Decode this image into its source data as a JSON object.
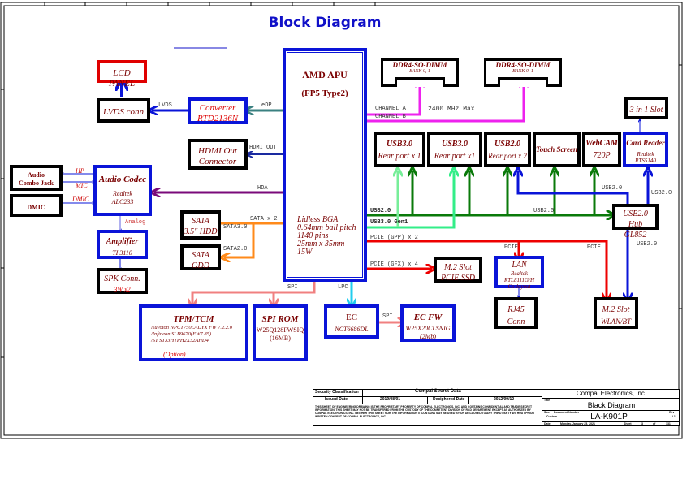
{
  "title": "Block Diagram",
  "apu": {
    "name": "AMD APU",
    "package": "(FP5 Type2)",
    "specs": [
      "Lidless BGA",
      "0.64mm ball pitch",
      "1140 pins",
      "25mm x 35mm",
      "15W"
    ]
  },
  "blocks": {
    "lcd_panel": "LCD PANEL",
    "lvds_conn": "LVDS conn",
    "converter": {
      "name": "Converter",
      "part": "RTD2136N"
    },
    "hdmi": {
      "line1": "HDMI Out",
      "line2": "Connector"
    },
    "audio_combo": {
      "line1": "Audio",
      "line2": "Combo Jack"
    },
    "dmic": "DMIC",
    "audio_codec": {
      "name": "Audio Codec",
      "vendor": "Realtek",
      "part": "ALC233"
    },
    "amplifier": {
      "name": "Amplifier",
      "part": "TI 3110"
    },
    "spk": {
      "name": "SPK Conn.",
      "spec": "3W x2"
    },
    "sata_hdd": {
      "line1": "SATA",
      "line2": "3.5\" HDD"
    },
    "sata_odd": {
      "line1": "SATA",
      "line2": "ODD"
    },
    "tpm": {
      "name": "TPM/TCM",
      "lines": [
        "Nuvoton NPCT750LADYX FW 7.2.2.0",
        "/Infineon SLB9670(FW7.85)",
        "/ST ST33HTPH2X32AHD4"
      ],
      "option": "(Option)"
    },
    "spi_rom": {
      "name": "SPI ROM",
      "part": "W25Q128FWSIQ",
      "size": "(16MB)"
    },
    "ec": {
      "name": "EC",
      "part": "NCT6686DL"
    },
    "ec_fw": {
      "name": "EC FW",
      "part": "W25X20CLSNIG",
      "size": "(2Mb)"
    },
    "dimm1": {
      "name": "DDR4-SO-DIMM",
      "bank": "BANK 0, 1"
    },
    "dimm2": {
      "name": "DDR4-SO-DIMM",
      "bank": "BANK 0, 1"
    },
    "usb30_a": {
      "line1": "USB3.0",
      "line2": "Rear port x 1"
    },
    "usb30_b": {
      "line1": "USB3.0",
      "line2": "Rear port x1"
    },
    "usb20": {
      "line1": "USB2.0",
      "line2": "Rear port x 2"
    },
    "touch": "Touch Screen",
    "webcam": {
      "line1": "WebCAM",
      "line2": "720P"
    },
    "card_reader": {
      "name": "Card Reader",
      "vendor": "Realtek",
      "part": "RTS5140"
    },
    "slot3in1": "3 in 1 Slot",
    "usb_hub": {
      "name": "USB2.0 Hub",
      "part": "GL852"
    },
    "m2_ssd": {
      "line1": "M.2 Slot",
      "line2": "PCIE SSD"
    },
    "lan": {
      "name": "LAN",
      "vendor": "Realtek",
      "part": "RTL8111G/H",
      "note": "Co-layout"
    },
    "rj45": {
      "line1": "RJ45",
      "line2": "Conn"
    },
    "m2_wlan": {
      "line1": "M.2 Slot",
      "line2": "WLAN/BT"
    }
  },
  "signals": {
    "lvds": "LVDS",
    "edp": "eDP",
    "hdmi_out": "HDMI OUT",
    "hda": "HDA",
    "hp": "HP",
    "mic": "MIC",
    "dmic": "DMIC",
    "analog": "Analog",
    "sata_x2": "SATA x 2",
    "sata30": "SATA3.0",
    "sata20": "SATA2.0",
    "channel_a": "CHANNEL A",
    "channel_b": "CHANNEL B",
    "mem_speed": "2400 MHz Max",
    "usb20": "USB2.0",
    "usb30": "USB3.0 Gen1",
    "pcie_gpp": "PCIE (GPP) x 2",
    "pcie_gfx": "PCIE (GFX) x 4",
    "pcie": "PCIE",
    "spi": "SPI",
    "lpc": "LPC",
    "usb20_small": "USB2.0"
  },
  "title_block": {
    "security_label": "Security Classification",
    "security_value": "Compal Secret Data",
    "issued_label": "Issued Date",
    "issued_value": "2019/08/01",
    "deciphered_label": "Deciphered Date",
    "deciphered_value": "2012/09/12",
    "notice": "THIS SHEET OF ENGINEERING DRAWING IS THE PROPRIETARY PROPERTY OF COMPAL ELECTRONICS, INC. AND CONTAINS CONFIDENTIAL AND TRADE SECRET INFORMATION. THIS SHEET MAY NOT BE TRANSFERED FROM THE CUSTODY OF THE COMPETENT DIVISION OF R&D DEPARTMENT EXCEPT AS AUTHORIZED BY COMPAL ELECTRONICS, INC. NEITHER THIS SHEET NOR THE INFORMATION IT CONTAINS MAY BE USED BY OR DISCLOSED TO ANY THIRD PARTY WITHOUT PRIOR WRITTEN CONSENT OF COMPAL ELECTRONICS, INC.",
    "company": "Compal Electronics, Inc.",
    "title_label": "Title",
    "title_value": "Black Diagram",
    "size_label": "Size",
    "size_value": "Custom",
    "docnum_label": "Document Number",
    "docnum_value": "LA-K901P",
    "rev_label": "Rev",
    "rev_value": "0.1",
    "date_label": "Date:",
    "date_value": "Monday, January 25, 2021",
    "sheet_label": "Sheet",
    "sheet_value": "3",
    "of_label": "of",
    "sheet_total": "131"
  }
}
